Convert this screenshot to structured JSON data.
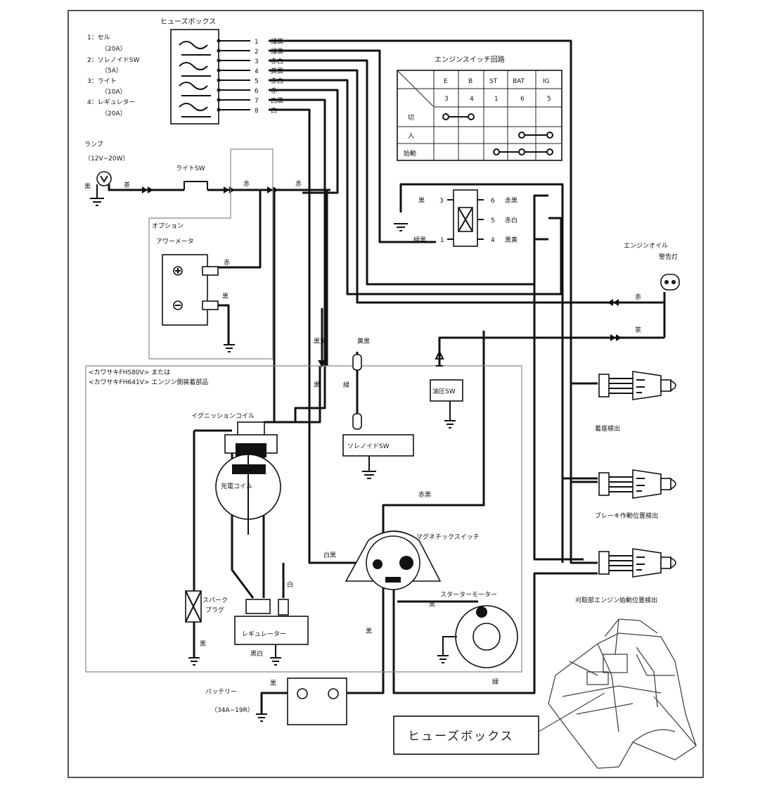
{
  "fuse_box": {
    "title": "ヒューズボックス",
    "legend": [
      "1：セル",
      "（20A）",
      "2：ソレノイドSW",
      "（5A）",
      "3：ライト",
      "（10A）",
      "4：レギュレター",
      "（20A）"
    ],
    "terminals": [
      {
        "num": "1",
        "color": "緑黒"
      },
      {
        "num": "2",
        "color": "緑黒"
      },
      {
        "num": "3",
        "color": "赤白"
      },
      {
        "num": "4",
        "color": "黄黒"
      },
      {
        "num": "5",
        "color": "赤白"
      },
      {
        "num": "6",
        "color": "赤"
      },
      {
        "num": "7",
        "color": "白黒"
      },
      {
        "num": "8",
        "color": "白"
      }
    ]
  },
  "switch_table": {
    "title": "エンジンスイッチ回路",
    "headers": [
      "E",
      "B",
      "ST",
      "BAT",
      "IG"
    ],
    "numbers": [
      "3",
      "4",
      "1",
      "6",
      "5"
    ],
    "rows": [
      "切",
      "入",
      "始動"
    ]
  },
  "lamp": {
    "label": "ランプ",
    "spec": "（12V−20W）",
    "ground_color": "黒",
    "wire_color": "茶"
  },
  "light_sw": {
    "label": "ライトSW",
    "wire_color": "赤"
  },
  "option": {
    "label": "オプション",
    "meter": "アワーメータ",
    "red": "赤",
    "black": "黒"
  },
  "connector": {
    "left": [
      {
        "num": "3",
        "color": "黒"
      },
      {
        "num": "1",
        "color": "緑黒"
      }
    ],
    "right": [
      {
        "num": "6",
        "color": "赤黒"
      },
      {
        "num": "5",
        "color": "赤白"
      },
      {
        "num": "4",
        "color": "黒黄"
      }
    ]
  },
  "oil_lamp": {
    "label": "エンジンオイル",
    "label2": "警告灯",
    "red": "赤",
    "brown": "茶"
  },
  "engine_box": {
    "line1": "<カワサキFHS80V> または",
    "line2": "<カワサキFH641V> エンジン側装着部品"
  },
  "wires": {
    "black_yellow": "黒黄",
    "yellow_black": "黄黒",
    "black": "黒",
    "green": "緑",
    "red_black": "赤黒",
    "white_black": "白黒",
    "white": "白",
    "black_white": "黒白"
  },
  "parts": {
    "oil_sw": "油圧SW",
    "solenoid": "ソレノイドSW",
    "ign_coil": "イグニッションコイル",
    "charge_coil": "充電コイル",
    "magnetic_sw": "マグネチックスイッチ",
    "starter": "スターターモーター",
    "spark1": "スパーク",
    "spark2": "プラグ",
    "regulator": "レギュレーター",
    "battery": "バッテリー",
    "battery_spec": "（34A−19R）"
  },
  "sensors": [
    "着座検出",
    "ブレーキ作動位置検出",
    "刈取部エンジン始動位置検出"
  ],
  "callout": "ヒューズボックス"
}
